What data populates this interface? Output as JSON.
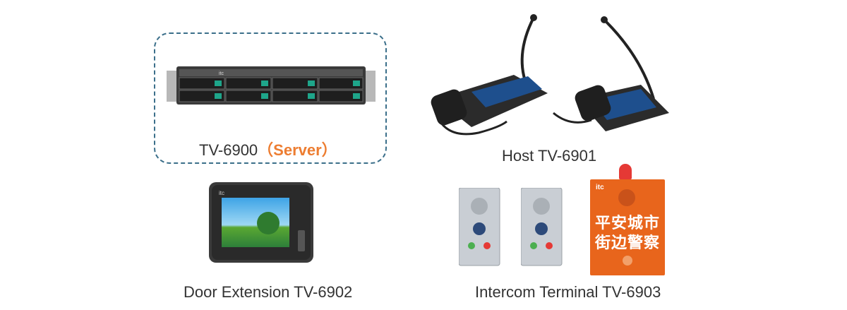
{
  "server": {
    "model": "TV-6900",
    "role": "（Server）"
  },
  "host": {
    "label": "Host TV-6901"
  },
  "door": {
    "label": "Door Extension TV-6902"
  },
  "terminal": {
    "label": "Intercom Terminal TV-6903"
  },
  "sign": {
    "line1": "平安城市",
    "line2": "街边警察"
  },
  "brand": {
    "logo": "itc"
  },
  "colors": {
    "accent": "#ed7d31",
    "border": "#3b6f8a",
    "sign": "#e8651c",
    "device": "#2a2a2a"
  }
}
